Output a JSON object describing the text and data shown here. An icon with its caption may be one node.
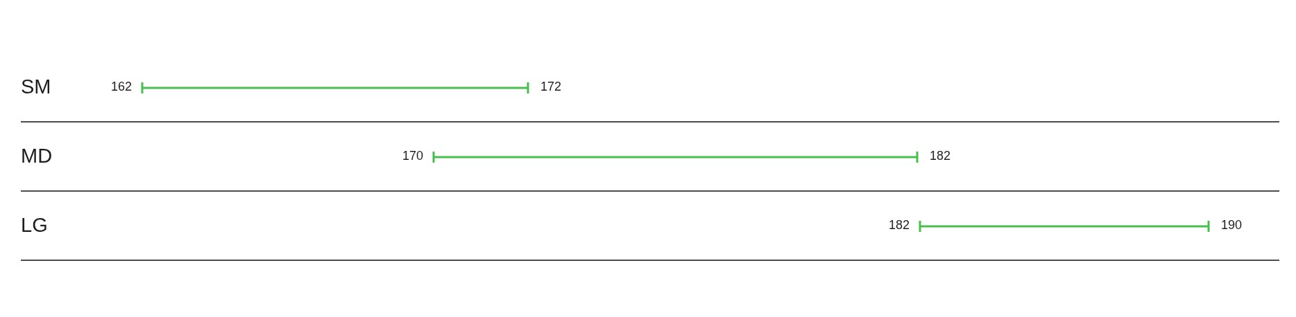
{
  "diagram": {
    "labels": [
      "SM",
      "162",
      "172",
      "MD",
      "170",
      "182",
      "LG",
      "182",
      "190"
    ]
  }
}
